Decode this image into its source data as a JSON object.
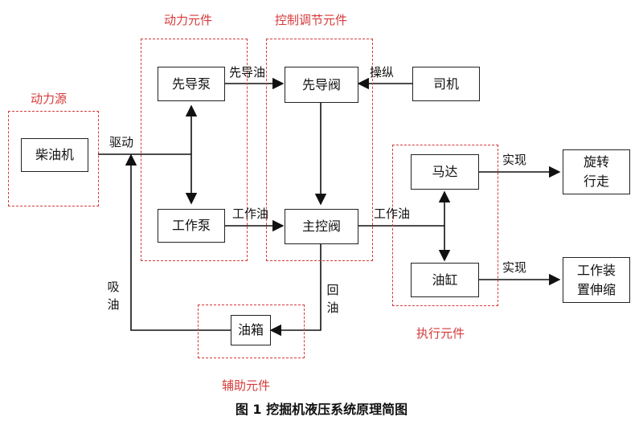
{
  "groups": {
    "power_source": "动力源",
    "power_component": "动力元件",
    "control_component": "控制调节元件",
    "actuator_component": "执行元件",
    "auxiliary_component": "辅助元件"
  },
  "boxes": {
    "diesel": "柴油机",
    "pilot_pump": "先导泵",
    "work_pump": "工作泵",
    "pilot_valve": "先导阀",
    "main_valve": "主控阀",
    "driver": "司机",
    "motor": "马达",
    "cylinder": "油缸",
    "rotate_travel": "旋转\n行走",
    "work_device": "工作装\n置伸缩",
    "tank": "油箱"
  },
  "labels": {
    "drive": "驱动",
    "pilot_oil": "先导油",
    "operate": "操纵",
    "work_oil_1": "工作油",
    "work_oil_2": "工作油",
    "realize_1": "实现",
    "realize_2": "实现",
    "suction_oil": "吸油",
    "return_oil": "回油"
  },
  "caption": "图 1  挖掘机液压系统原理简图"
}
